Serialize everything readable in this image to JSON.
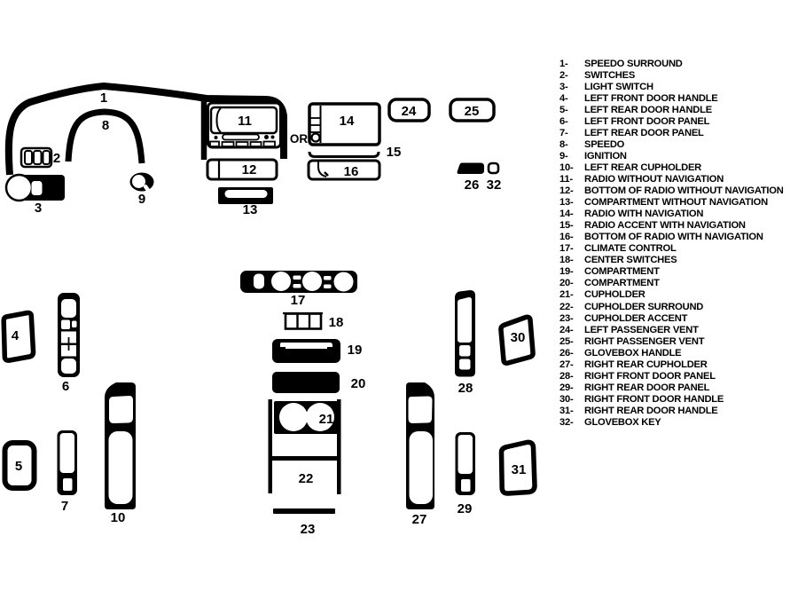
{
  "colors": {
    "ink": "#000000",
    "background": "#ffffff"
  },
  "diagram": {
    "or_label": "OR",
    "labels": {
      "n1": "1",
      "n2": "2",
      "n3": "3",
      "n4": "4",
      "n5": "5",
      "n6": "6",
      "n7": "7",
      "n8": "8",
      "n9": "9",
      "n10": "10",
      "n11": "11",
      "n12": "12",
      "n13": "13",
      "n14": "14",
      "n15": "15",
      "n16": "16",
      "n17": "17",
      "n18": "18",
      "n19": "19",
      "n20": "20",
      "n21": "21",
      "n22": "22",
      "n23": "23",
      "n24": "24",
      "n25": "25",
      "n26": "26",
      "n27": "27",
      "n28": "28",
      "n29": "29",
      "n30": "30",
      "n31": "31",
      "n32": "32"
    }
  },
  "legend": {
    "items": [
      {
        "num": "1-",
        "label": "SPEEDO SURROUND"
      },
      {
        "num": "2-",
        "label": "SWITCHES"
      },
      {
        "num": "3-",
        "label": "LIGHT SWITCH"
      },
      {
        "num": "4-",
        "label": "LEFT FRONT DOOR HANDLE"
      },
      {
        "num": "5-",
        "label": "LEFT REAR DOOR HANDLE"
      },
      {
        "num": "6-",
        "label": "LEFT FRONT DOOR PANEL"
      },
      {
        "num": "7-",
        "label": "LEFT REAR DOOR PANEL"
      },
      {
        "num": "8-",
        "label": "SPEEDO"
      },
      {
        "num": "9-",
        "label": "IGNITION"
      },
      {
        "num": "10-",
        "label": "LEFT REAR CUPHOLDER"
      },
      {
        "num": "11-",
        "label": "RADIO WITHOUT NAVIGATION"
      },
      {
        "num": "12-",
        "label": "BOTTOM OF RADIO WITHOUT NAVIGATION"
      },
      {
        "num": "13-",
        "label": "COMPARTMENT WITHOUT NAVIGATION"
      },
      {
        "num": "14-",
        "label": "RADIO WITH NAVIGATION"
      },
      {
        "num": "15-",
        "label": "RADIO ACCENT WITH NAVIGATION"
      },
      {
        "num": "16-",
        "label": "BOTTOM OF RADIO WITH NAVIGATION"
      },
      {
        "num": "17-",
        "label": "CLIMATE CONTROL"
      },
      {
        "num": "18-",
        "label": "CENTER SWITCHES"
      },
      {
        "num": "19-",
        "label": "COMPARTMENT"
      },
      {
        "num": "20-",
        "label": "COMPARTMENT"
      },
      {
        "num": "21-",
        "label": "CUPHOLDER"
      },
      {
        "num": "22-",
        "label": "CUPHOLDER SURROUND"
      },
      {
        "num": "23-",
        "label": "CUPHOLDER ACCENT"
      },
      {
        "num": "24-",
        "label": "LEFT PASSENGER VENT"
      },
      {
        "num": "25-",
        "label": "RIGHT PASSENGER VENT"
      },
      {
        "num": "26-",
        "label": "GLOVEBOX HANDLE"
      },
      {
        "num": "27-",
        "label": "RIGHT REAR CUPHOLDER"
      },
      {
        "num": "28-",
        "label": "RIGHT FRONT DOOR PANEL"
      },
      {
        "num": "29-",
        "label": "RIGHT REAR DOOR PANEL"
      },
      {
        "num": "30-",
        "label": "RIGHT FRONT DOOR HANDLE"
      },
      {
        "num": "31-",
        "label": "RIGHT REAR DOOR HANDLE"
      },
      {
        "num": "32-",
        "label": "GLOVEBOX KEY"
      }
    ]
  }
}
